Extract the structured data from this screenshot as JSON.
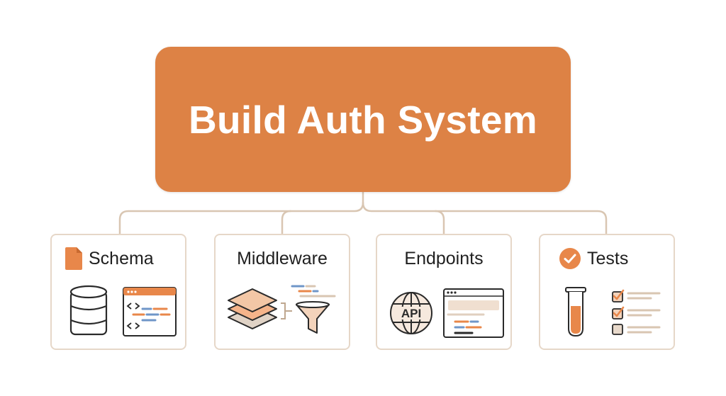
{
  "root": {
    "title": "Build Auth System"
  },
  "colors": {
    "accent": "#dd8245",
    "line": "#d9c6b2",
    "border": "#e6d7c8",
    "text": "#1f1f1f"
  },
  "cards": [
    {
      "label": "Schema",
      "icon": "document-icon",
      "art": [
        "database-icon",
        "code-window-icon"
      ]
    },
    {
      "label": "Middleware",
      "art": [
        "layers-icon",
        "filter-funnel-icon",
        "code-lines-icon"
      ]
    },
    {
      "label": "Endpoints",
      "art": [
        "api-globe-icon",
        "code-window-icon"
      ]
    },
    {
      "label": "Tests",
      "icon": "check-circle-icon",
      "art": [
        "test-tube-icon",
        "checklist-icon"
      ]
    }
  ]
}
